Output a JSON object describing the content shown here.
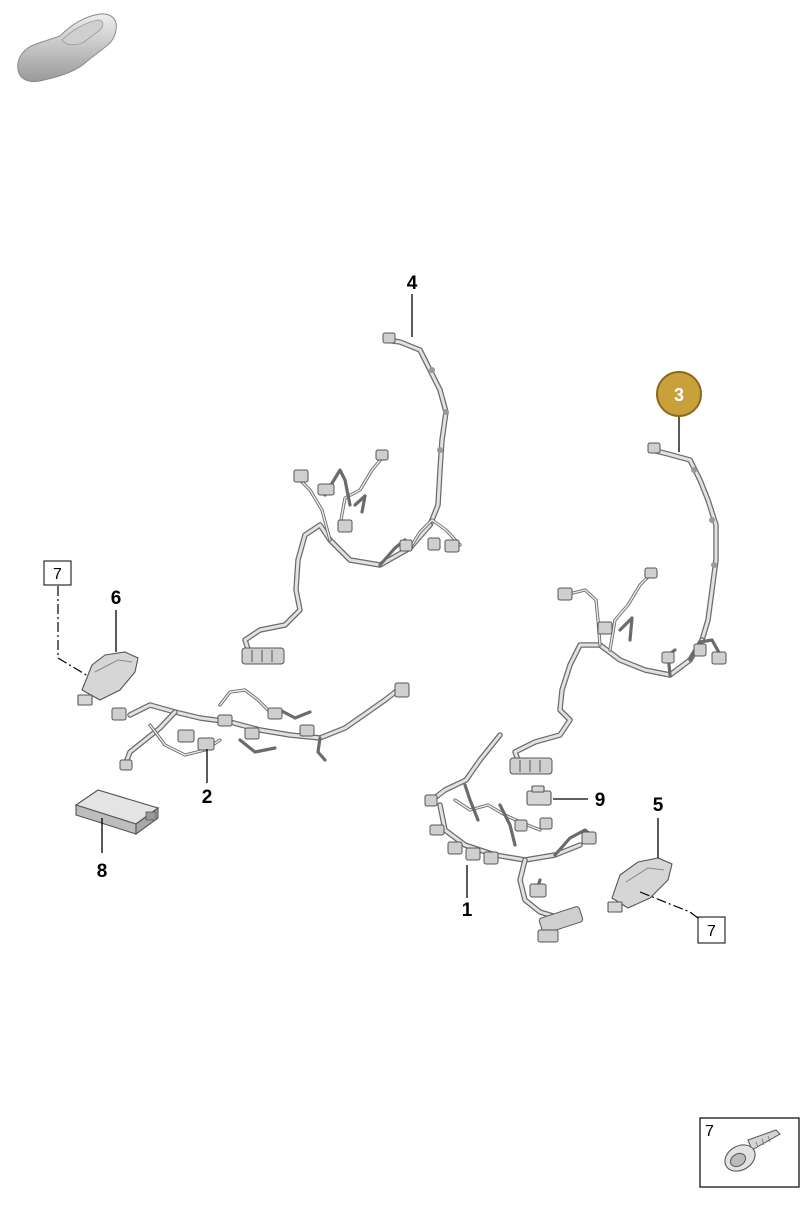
{
  "callouts": {
    "c1": "1",
    "c2": "2",
    "c3": "3",
    "c4": "4",
    "c5": "5",
    "c6": "6",
    "c8": "8",
    "c9": "9"
  },
  "boxed_labels": {
    "left": "7",
    "right": "7",
    "inset": "7"
  },
  "colors": {
    "highlight_fill": "#c9a13b",
    "highlight_stroke": "#8a6a1c",
    "highlight_text": "#ffffff"
  },
  "icons": {
    "vehicle": "car-silhouette-icon",
    "inset_part": "screw-bolt-icon"
  }
}
